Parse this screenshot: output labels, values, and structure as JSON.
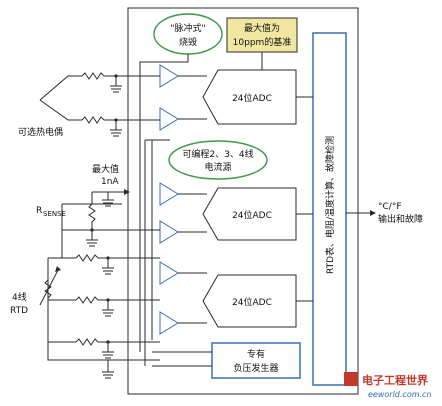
{
  "labels": {
    "pulse_burnout": [
      "\"脉冲式\"",
      "烧毁"
    ],
    "max_10ppm": [
      "最大值为",
      "10ppm的基准"
    ],
    "programmable_current": [
      "可编程2、3、4线",
      "电流源"
    ],
    "max_1na": [
      "最大值",
      "1nA"
    ],
    "thermocouple": "可选热电偶",
    "rsense_r": "R",
    "rsense_sub": "SENSE",
    "rtd_4wire": [
      "4线",
      "RTD"
    ],
    "negative_voltage": [
      "专有",
      "负压发生器"
    ],
    "adc": "24位ADC",
    "processing": "RTD表、电阻/温度计算、故障检测",
    "output": [
      "°C/°F",
      "输出和故障"
    ]
  },
  "watermark": {
    "brand": "电子工程世界",
    "site": "eeworld.com.cn"
  },
  "colors": {
    "blue": "#3b6fb5",
    "green": "#3d9a4a",
    "yellow": "#f2e7a0",
    "brand_red": "#c0392b"
  }
}
